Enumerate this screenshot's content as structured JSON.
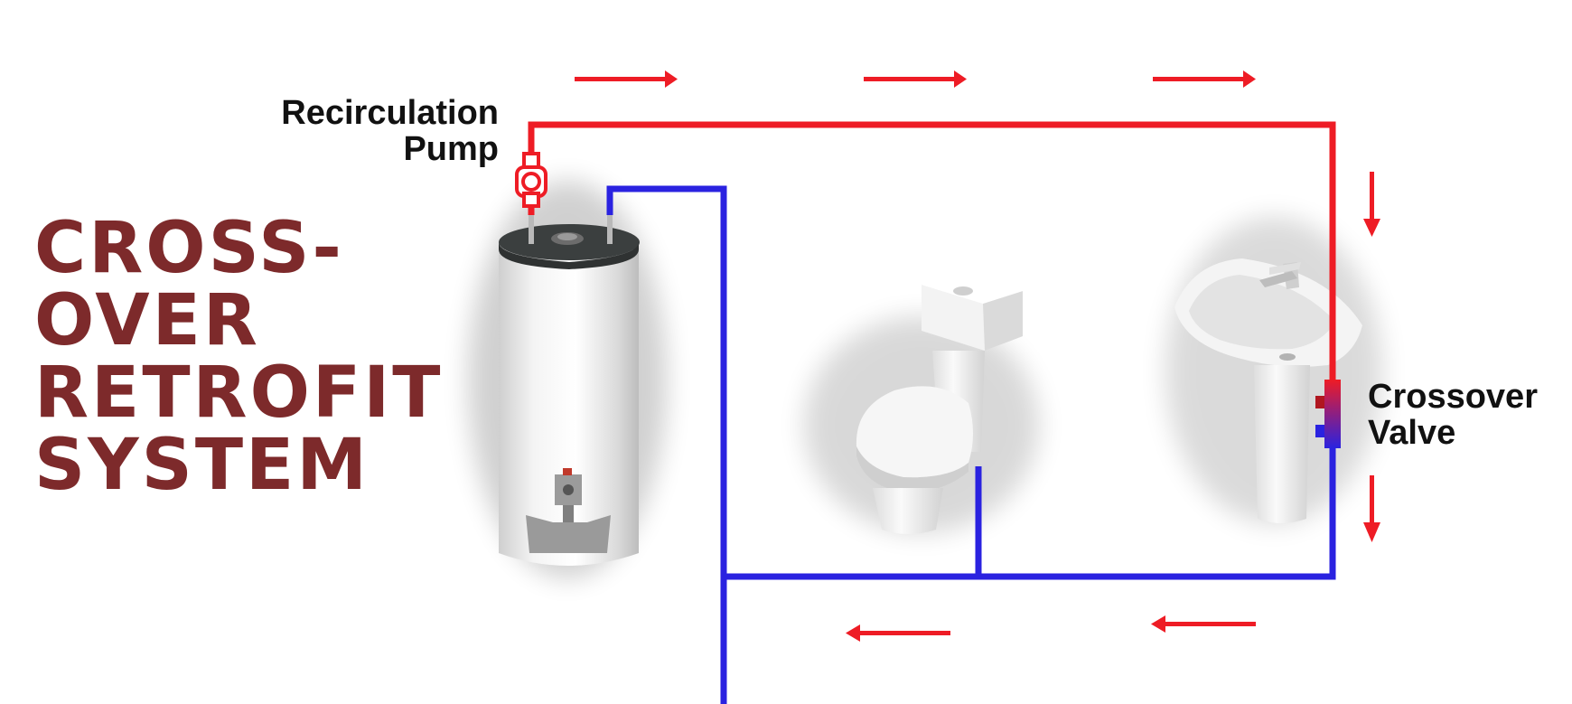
{
  "title": {
    "lines": [
      "CROSS-",
      "OVER",
      "RETROFIT",
      "SYSTEM"
    ]
  },
  "labels": {
    "pump_line1": "Recirculation",
    "pump_line2": "Pump",
    "valve_line1": "Crossover",
    "valve_line2": "Valve"
  },
  "colors": {
    "hot_pipe": "#ee1c25",
    "cold_pipe": "#2a22e0",
    "title": "#7d2a2b",
    "arrow": "#ee1c25"
  },
  "icons": [
    "water-heater-icon",
    "toilet-icon",
    "sink-icon",
    "pump-icon",
    "valve-icon",
    "flow-arrow-icon"
  ]
}
